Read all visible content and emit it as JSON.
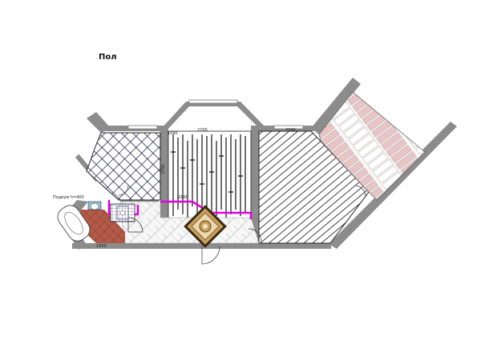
{
  "title": "Пол",
  "labels": {
    "podium": "Подиум h=400",
    "dims": {
      "d1": "1090",
      "d2": "2200",
      "d3": "2340",
      "d4": "3700",
      "d5": "2100",
      "d6": "1950"
    }
  },
  "colors": {
    "wall": "#8c8c8c",
    "border": "#e000e0",
    "tile_red": "#b35a48",
    "tile_blue": "#8fc4dc",
    "plank_pink": "#e8c4c4",
    "carpet": "#c8a25a"
  }
}
